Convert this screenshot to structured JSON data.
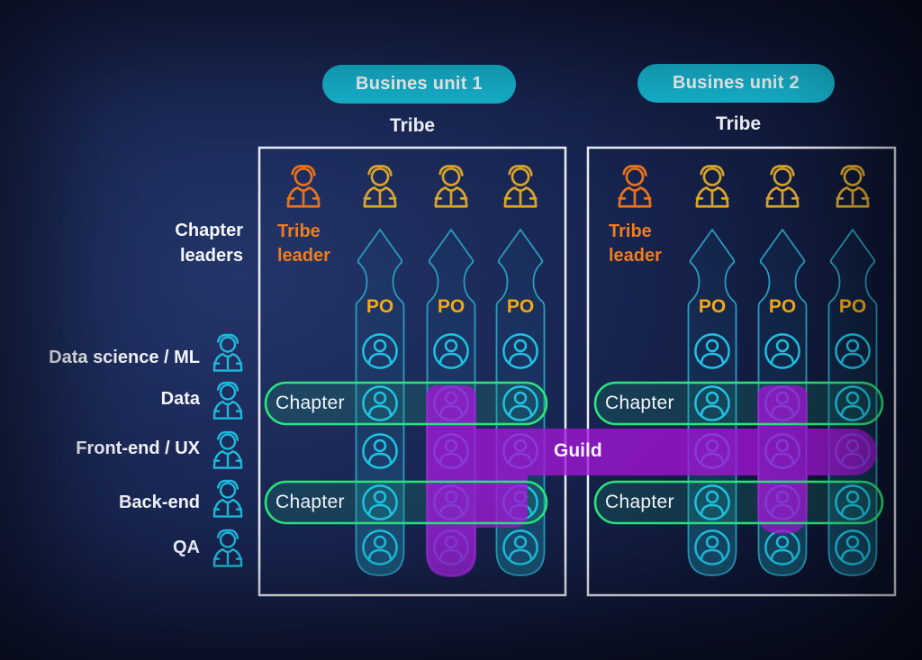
{
  "units": [
    {
      "button": "Busines unit 1",
      "tribe": "Tribe",
      "leader": "Tribe leader"
    },
    {
      "button": "Busines unit 2",
      "tribe": "Tribe",
      "leader": "Tribe leader"
    }
  ],
  "labels": {
    "chapter_leaders": "Chapter leaders",
    "po": "PO",
    "chapter": "Chapter",
    "guild": "Guild",
    "roles": [
      "Data science / ML",
      "Data",
      "Front-end / UX",
      "Back-end",
      "QA"
    ]
  },
  "icons": {
    "tribe_leader": "tribe-leader-person-icon",
    "squad_member": "avatar-icon",
    "chapter_role": "person-icon"
  },
  "colors": {
    "accent_cyan": "#17b8d4",
    "accent_green": "#2ae57c",
    "accent_purple": "#a415d6",
    "accent_orange": "#ef7d1c",
    "accent_gold": "#f2a816",
    "squad_teal": "#2a9cbe",
    "avatar_cyan": "#1fc3e3",
    "box_border": "#eceef5"
  }
}
